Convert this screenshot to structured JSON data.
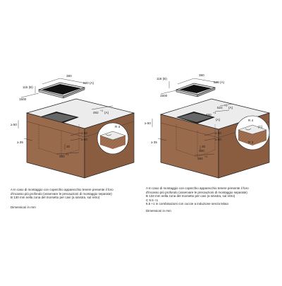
{
  "left_diagram": {
    "dims": {
      "w380": "380",
      "d520": "520 (A)",
      "d115": "115 (B)",
      "d1500": "1500",
      "d492": "492",
      "d492sup": "+1",
      "d492tag": "(A)",
      "d50": "≥ 50",
      "d35": "≥ 35",
      "d50b": "≥ 50",
      "d60": "≥ 60",
      "d30": "30",
      "d360": "360",
      "d360sup": "+1",
      "r3": "R 3"
    }
  },
  "right_diagram": {
    "dims": {
      "w380": "380",
      "d520": "520 (A)",
      "d118": "118 (B)",
      "d1500": "1500",
      "d524": "524",
      "d524sup": "+1",
      "d524tag": "(A)",
      "d490": "490",
      "d490sup": "+1",
      "d490tag": "(A)",
      "d50": "≥ 50",
      "d35": "≥ 35",
      "d50b": "≥ 50",
      "d60": "≥ 60",
      "d30": "30",
      "d360": "360",
      "d384": "384",
      "d384sup": "+1",
      "r4": "R 4",
      "r3": "R 3",
      "c": "(C)"
    }
  },
  "left_legend": [
    "A  In caso di montaggio con coperchio apparecchio tenere presente il foro",
    "    d'incasso più profondo (osservare le precauzioni di montaggio separate)",
    "B  130 mm nella zona del morsetto per cavi (a sinistra, sul retro)"
  ],
  "right_legend": [
    "A  In caso di montaggio con coperchio apparecchio tenere presente il foro",
    "    d'incasso più profondo (osservare le precauzioni di montaggio separate)",
    "B  133 mm nella zona del morsetto per cavi (a sinistra, sul retro)",
    "C  5.5 +1",
    "    6.5 +1 in combinazioni con cuccie a induzione senza telaio"
  ],
  "left_unit": "Dimensioni in mm",
  "right_unit": "Dimensioni in mm",
  "colors": {
    "counter": "#9a6a4c",
    "counter_dark": "#7a5038",
    "top": "#e6e6e6",
    "line": "#222222",
    "hatch": "#a07050"
  }
}
